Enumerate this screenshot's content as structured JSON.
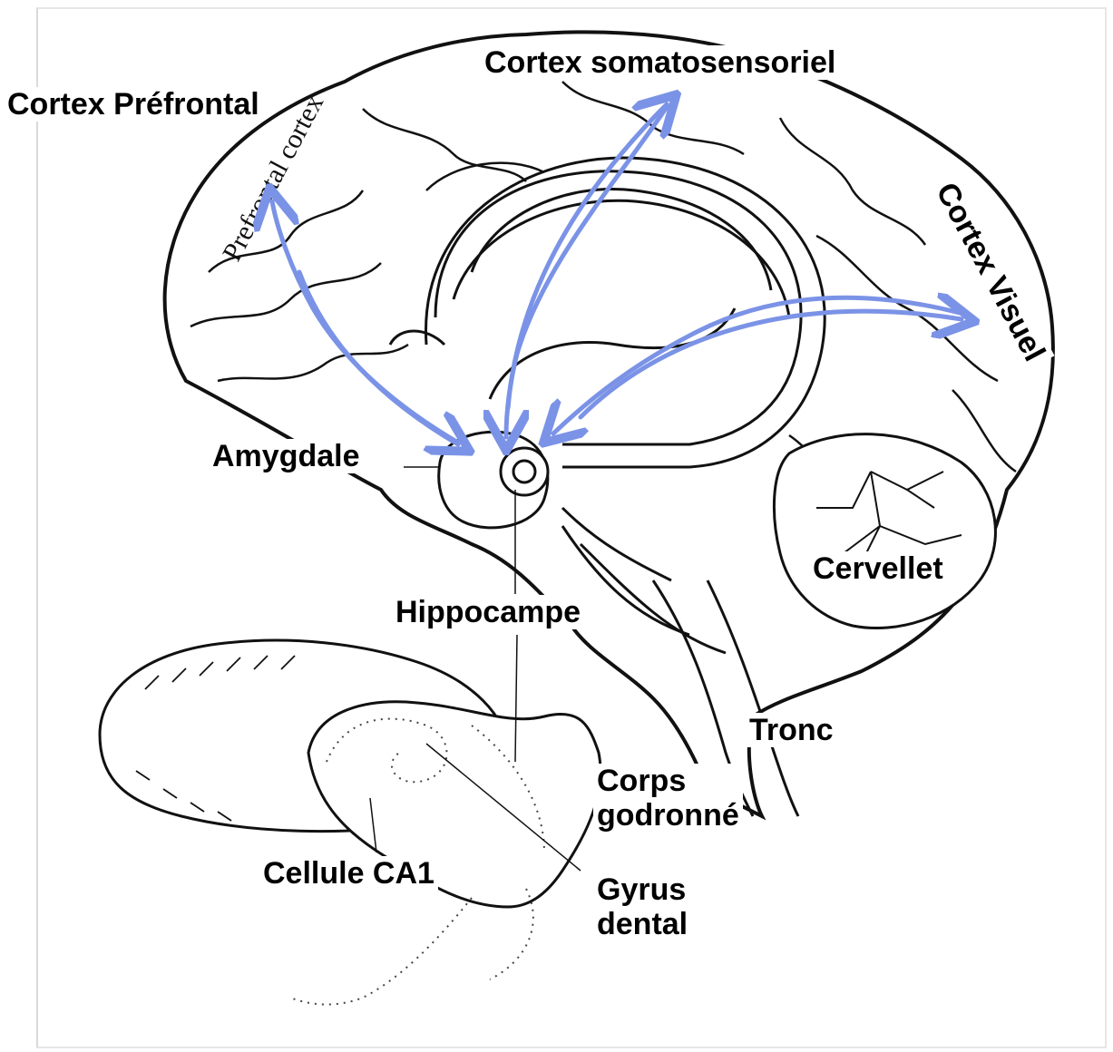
{
  "labels": {
    "prefrontal": "Cortex Préfrontal",
    "somato": "Cortex somatosensoriel",
    "visuel": "Cortex Visuel",
    "amygdale": "Amygdale",
    "hippocampe": "Hippocampe",
    "cervellet": "Cervellet",
    "tronc": "Tronc",
    "corps": "Corps\ngodronné",
    "ca1": "Cellule CA1",
    "gyrus": "Gyrus\ndental",
    "drawn_prefrontal": "Prefrontal cortex"
  },
  "colors": {
    "arrow": "#7b93e6",
    "line": "#111111",
    "label_bg": "#ffffff"
  }
}
